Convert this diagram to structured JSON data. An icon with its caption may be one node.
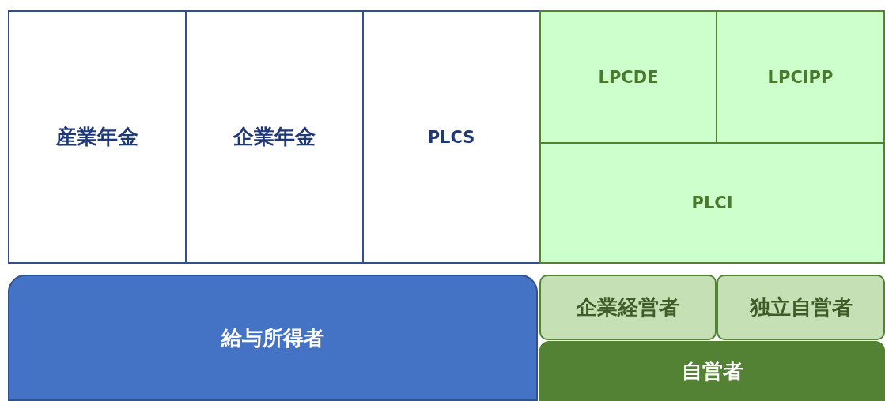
{
  "diagram": {
    "nodes": [
      {
        "text": [
          "産業年金"
        ]
      },
      {
        "text": [
          "企業年金"
        ]
      },
      {
        "text": [
          "PLCS"
        ]
      },
      {
        "text": [
          "LPCDE"
        ]
      },
      {
        "text": [
          "LPCIPP"
        ]
      },
      {
        "text": [
          "PLCI"
        ]
      },
      {
        "text": [
          "給与所得者"
        ]
      },
      {
        "text": [
          "企業経営者"
        ]
      },
      {
        "text": [
          "独立自営者"
        ]
      },
      {
        "text": [
          "自営者"
        ]
      }
    ]
  }
}
